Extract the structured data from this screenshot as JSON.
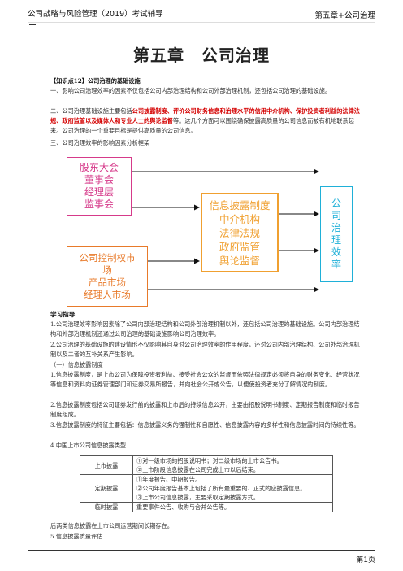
{
  "header": {
    "left": "公司战略与风险管理（2019）考试辅导",
    "right": "第五章+公司治理"
  },
  "title": "第五章　公司治理",
  "intro": {
    "heading": "【知识点12】公司治理的基础设施",
    "p1": "一、影响公司治理效率的因素不仅包括公司内部治理结构和公司外部治理机制，还包括公司治理的基础设施。",
    "p2_a": "二、公司治理基础设施主要包括",
    "p2_red": "公司披露制度、评价公司财务信息和治理水平的信用中介机构、保护投资者利益的法律法规、政府监管以及媒体人和专业人士的舆论监督",
    "p2_b": "等。这几个方面可以围绕确保披露高质量的公司信息而被有机地联系起来。公司治理的一个重要目标是提供高质量的公司信息。",
    "p3": "三、公司治理效率的影响因素分析框架"
  },
  "diagram": {
    "box1": [
      "股东大会",
      "董事会",
      "经理层",
      "监事会"
    ],
    "box2": [
      "公司控制权市",
      "场",
      "产品市场",
      "经理人市场"
    ],
    "box3": [
      "信息披露制度",
      "中介机构",
      "法律法规",
      "政府监管",
      "舆论监督"
    ],
    "box4": [
      "公",
      "司",
      "治",
      "理",
      "效",
      "率"
    ],
    "colors": {
      "box1": "#d63a8a",
      "box2": "#e87a2a",
      "box3": "#f0a030",
      "box4": "#1fb0d8",
      "arrow": "#111111"
    }
  },
  "study": {
    "heading": "学习指导",
    "l1": "1.公司治理效率影响因素除了公司内部治理结构和公司外部治理机制以外，还包括公司治理的基础设施。公司内部治理结构和外部治理机制还通过公司治理的基础设施影响公司治理效率。",
    "l2": "2.公司治理的基础设施的建设情形不仅影响其自身对公司治理效率的作用程度，还对公司内部治理结构、公司外部治理机制以及二者的互补关系产生影响。",
    "l3": "（一）信息披露制度",
    "l4": "1.信息披露制度，是上市公司为保障投资者利益、接受社会公众的监督而依照法律规定必须将自身的财务变化、经营状况等信息和资料向证券管理部门和证券交易所报告，并向社会公开或公告，以便使投资者充分了解情况的制度。",
    "l5": "2.信息披露制度包括公司证券发行前的披露和上市后的持续信息公开，主要由招股说明书制度、定期报告制度和临时报告制度组成。",
    "l6": "3.信息披露制度的特征主要包括：信息披露义务的强制性和自愿性、信息披露内容的多样性和信息披露时间的持续性等。",
    "l7": "4.中国上市公司信息披露类型"
  },
  "table": {
    "rows": [
      {
        "k": "上市披露",
        "v": [
          "①对一级市场的招股说明书；对二级市场的上市公告书。",
          "②上市阶段信息披露在公司完成上市以后结束。"
        ]
      },
      {
        "k": "定期披露",
        "v": [
          "①年度报告、中期报告。",
          "②公司年度报告基本上包括了所有最重要的、正式的应披露信息。",
          "③上市公司信息披露，主要采取定期披露方式。"
        ]
      },
      {
        "k": "临时披露",
        "v": [
          "重要事件公告、收购与合并公告等。"
        ]
      }
    ]
  },
  "after": {
    "l1": "后两类信息披露在上市公司运营期间长期存在。",
    "l2": "5.信息披露质量评估"
  },
  "footer": {
    "page": "第1页"
  }
}
